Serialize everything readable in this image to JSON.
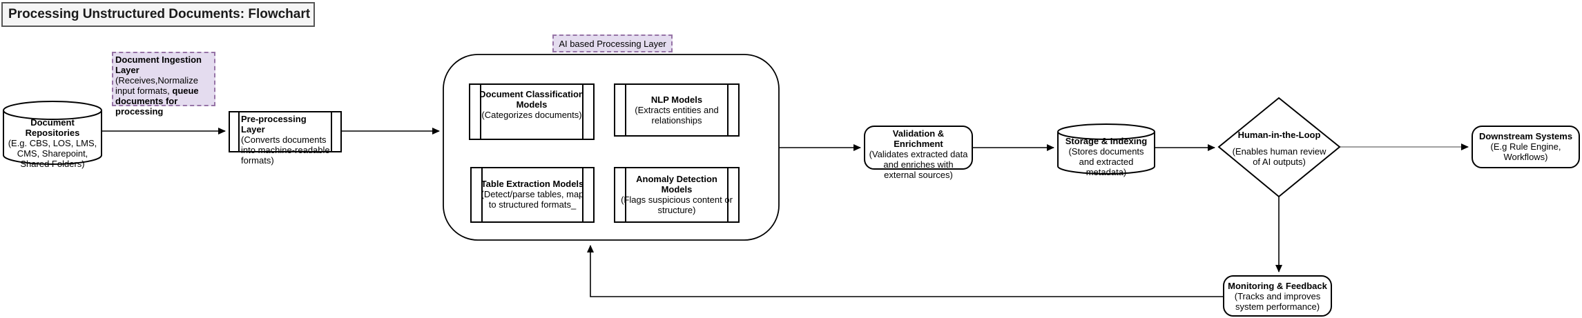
{
  "title": "Processing Unstructured Documents: Flowchart",
  "colors": {
    "note_fill": "#e4dcef",
    "note_border": "#9673a6",
    "title_bg": "#f5f5f5",
    "shape_stroke": "#000000",
    "gray_connector": "#808080"
  },
  "ai_container_label": "AI based Processing Layer",
  "nodes": {
    "repositories": {
      "title": "Document Repositories",
      "subtitle": "(E.g. CBS, LOS, LMS, CMS, Sharepoint, Shared Folders)"
    },
    "ingestion_note": {
      "title": "Document Ingestion Layer",
      "body_regular": "(Receives,Normalize input formats, ",
      "body_bold": "queue documents for processing"
    },
    "preprocessing": {
      "title": "Pre-processing Layer",
      "subtitle": "(Converts documents into machine-readable formats)"
    },
    "classification": {
      "title": "Document Classification Models",
      "subtitle": "(Categorizes documents)"
    },
    "nlp": {
      "title": "NLP Models",
      "subtitle": "(Extracts entities and relationships"
    },
    "table_extraction": {
      "title": "Table Extraction Models",
      "subtitle": "(Detect/parse tables, map to structured formats_"
    },
    "anomaly": {
      "title": "Anomaly Detection Models",
      "subtitle": "(Flags suspicious content or structure)"
    },
    "validation": {
      "title": "Validation & Enrichment",
      "subtitle": "(Validates extracted data and enriches with external sources)"
    },
    "storage": {
      "title": "Storage & Indexing",
      "subtitle": "(Stores documents and extracted metadata)"
    },
    "hitl": {
      "title": "Human-in-the-Loop",
      "subtitle": "(Enables human review of AI outputs)"
    },
    "downstream": {
      "title": "Downstream Systems",
      "subtitle": "(E.g Rule Engine, Workflows)"
    },
    "monitoring": {
      "title": "Monitoring & Feedback",
      "subtitle": "(Tracks and improves system performance)"
    }
  }
}
